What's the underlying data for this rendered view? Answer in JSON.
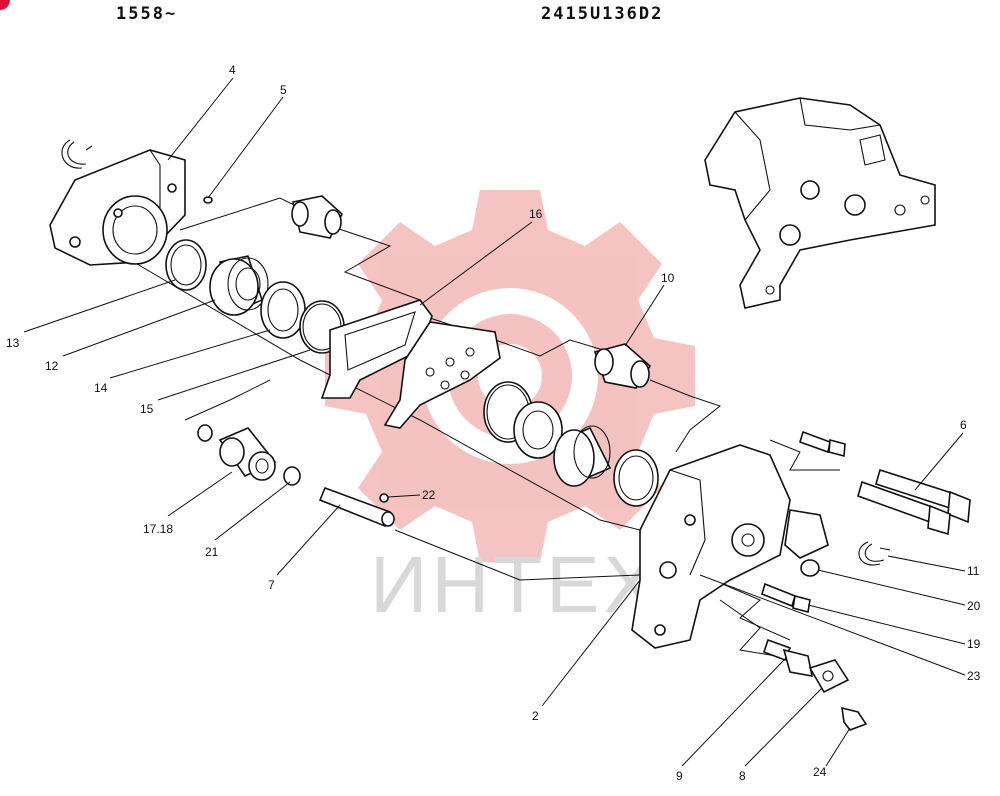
{
  "header": {
    "serial_range": "1558~",
    "part_number": "2415U136D2"
  },
  "watermark": {
    "text": "ИНТЕХ",
    "gear_color": "#f4b8b8",
    "text_color": "#d8d8d8"
  },
  "accent_color": "#e0103a",
  "callouts": [
    {
      "id": "4",
      "label": "4"
    },
    {
      "id": "5",
      "label": "5"
    },
    {
      "id": "16",
      "label": "16"
    },
    {
      "id": "10",
      "label": "10"
    },
    {
      "id": "6",
      "label": "6"
    },
    {
      "id": "11",
      "label": "11"
    },
    {
      "id": "20",
      "label": "20"
    },
    {
      "id": "19",
      "label": "19"
    },
    {
      "id": "23",
      "label": "23"
    },
    {
      "id": "24",
      "label": "24"
    },
    {
      "id": "8",
      "label": "8"
    },
    {
      "id": "9",
      "label": "9"
    },
    {
      "id": "2",
      "label": "2"
    },
    {
      "id": "7",
      "label": "7"
    },
    {
      "id": "21",
      "label": "21"
    },
    {
      "id": "17_18",
      "label": "17.18"
    },
    {
      "id": "22",
      "label": "22"
    },
    {
      "id": "15",
      "label": "15"
    },
    {
      "id": "14",
      "label": "14"
    },
    {
      "id": "12",
      "label": "12"
    },
    {
      "id": "13",
      "label": "13"
    }
  ]
}
